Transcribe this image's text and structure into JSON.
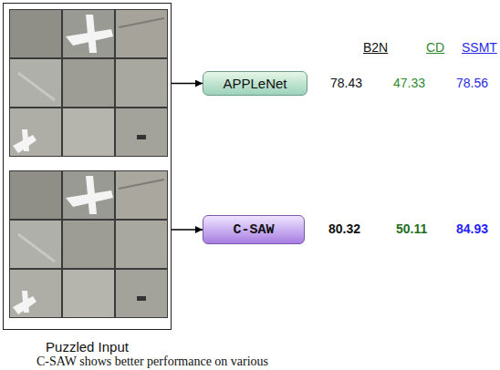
{
  "diagram": {
    "caption": "C-SAW shows better performance on various",
    "nodes": [
      {
        "text": [
          "Puzzled Input"
        ]
      },
      {
        "text": [
          "APPLeNet"
        ]
      },
      {
        "text": [
          "C-SAW"
        ]
      }
    ],
    "edges": [
      {
        "from": 0,
        "to": 1,
        "arrow": "to"
      },
      {
        "from": 0,
        "to": 2,
        "arrow": "to"
      }
    ],
    "labels": [
      "B2N",
      "CD",
      "SSMT",
      "78.43",
      "47.33",
      "78.56",
      "80.32",
      "50.11",
      "84.93"
    ]
  }
}
